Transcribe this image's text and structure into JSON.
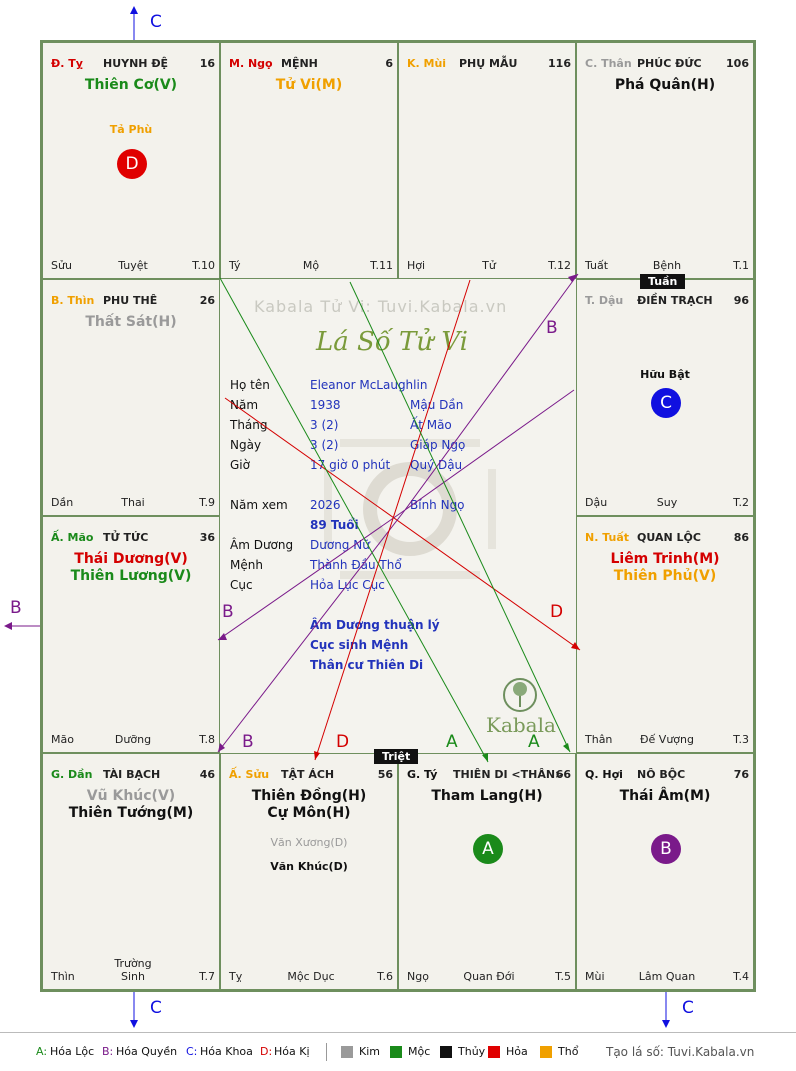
{
  "outer_arrows": {
    "top_left": "C",
    "left": "B",
    "bottom_left": "C",
    "bottom_right": "C"
  },
  "cells": [
    {
      "branch": "Đ. Tỵ",
      "branch_color": "#d40000",
      "palace": "HUYNH ĐỆ",
      "num": "16",
      "stars": [
        {
          "t": "Thiên Cơ(V)",
          "c": "#1a8a1a"
        }
      ],
      "minor": [
        {
          "t": "Tả Phù",
          "c": "#f0a000"
        }
      ],
      "circle": {
        "t": "D",
        "c": "#e00000"
      },
      "bl": "Sửu",
      "bm": "Tuyệt",
      "br": "T.10"
    },
    {
      "branch": "M. Ngọ",
      "branch_color": "#d40000",
      "palace": "MỆNH",
      "num": "6",
      "stars": [
        {
          "t": "Tử Vi(M)",
          "c": "#f0a000"
        }
      ],
      "minor": [],
      "bl": "Tý",
      "bm": "Mộ",
      "br": "T.11"
    },
    {
      "branch": "K. Mùi",
      "branch_color": "#f0a000",
      "palace": "PHỤ MẪU",
      "num": "116",
      "stars": [],
      "minor": [],
      "bl": "Hợi",
      "bm": "Tử",
      "br": "T.12"
    },
    {
      "branch": "C. Thân",
      "branch_color": "#9a9a9a",
      "palace": "PHÚC ĐỨC",
      "num": "106",
      "stars": [
        {
          "t": "Phá Quân(H)",
          "c": "#111111"
        }
      ],
      "minor": [],
      "bl": "Tuất",
      "bm": "Bệnh",
      "br": "T.1"
    },
    {
      "branch": "B. Thìn",
      "branch_color": "#f0a000",
      "palace": "PHU THÊ",
      "num": "26",
      "stars": [
        {
          "t": "Thất Sát(H)",
          "c": "#9a9a9a"
        }
      ],
      "minor": [],
      "bl": "Dần",
      "bm": "Thai",
      "br": "T.9"
    },
    {
      "branch": "T. Dậu",
      "branch_color": "#9a9a9a",
      "palace": "ĐIỀN TRẠCH",
      "num": "96",
      "stars": [],
      "minor": [
        {
          "t": "Hữu Bật",
          "c": "#111111"
        }
      ],
      "circle": {
        "t": "C",
        "c": "#1010e0"
      },
      "bl": "Dậu",
      "bm": "Suy",
      "br": "T.2"
    },
    {
      "branch": "Ấ. Mão",
      "branch_color": "#1a8a1a",
      "palace": "TỬ TỨC",
      "num": "36",
      "stars": [
        {
          "t": "Thái Dương(V)",
          "c": "#d40000"
        },
        {
          "t": "Thiên Lương(V)",
          "c": "#1a8a1a"
        }
      ],
      "minor": [],
      "bl": "Mão",
      "bm": "Dưỡng",
      "br": "T.8"
    },
    {
      "branch": "N. Tuất",
      "branch_color": "#f0a000",
      "palace": "QUAN LỘC",
      "num": "86",
      "stars": [
        {
          "t": "Liêm Trinh(M)",
          "c": "#d40000"
        },
        {
          "t": "Thiên Phủ(V)",
          "c": "#f0a000"
        }
      ],
      "minor": [],
      "bl": "Thân",
      "bm": "Đế Vượng",
      "br": "T.3"
    },
    {
      "branch": "G. Dần",
      "branch_color": "#1a8a1a",
      "palace": "TÀI BẠCH",
      "num": "46",
      "stars": [
        {
          "t": "Vũ Khúc(V)",
          "c": "#9a9a9a"
        },
        {
          "t": "Thiên Tướng(M)",
          "c": "#111111"
        }
      ],
      "minor": [],
      "bl": "Thìn",
      "bm": "Trường Sinh",
      "br": "T.7"
    },
    {
      "branch": "Ấ. Sửu",
      "branch_color": "#f0a000",
      "palace": "TẬT ÁCH",
      "num": "56",
      "stars": [
        {
          "t": "Thiên Đồng(H)",
          "c": "#111111"
        },
        {
          "t": "Cự Môn(H)",
          "c": "#111111"
        }
      ],
      "minor": [
        {
          "t": "Văn Xương(D)",
          "c": "#9a9a9a"
        },
        {
          "t": "Văn Khúc(D)",
          "c": "#111111"
        }
      ],
      "bl": "Tỵ",
      "bm": "Mộc Dục",
      "br": "T.6"
    },
    {
      "branch": "G. Tý",
      "branch_color": "#111111",
      "palace": "THIÊN DI <THÂN>",
      "num": "66",
      "stars": [
        {
          "t": "Tham Lang(H)",
          "c": "#111111"
        }
      ],
      "minor": [],
      "circle": {
        "t": "A",
        "c": "#1a8a1a"
      },
      "bl": "Ngọ",
      "bm": "Quan Đới",
      "br": "T.5"
    },
    {
      "branch": "Q. Hợi",
      "branch_color": "#111111",
      "palace": "NÔ BỘC",
      "num": "76",
      "stars": [
        {
          "t": "Thái Âm(M)",
          "c": "#111111"
        }
      ],
      "minor": [],
      "circle": {
        "t": "B",
        "c": "#7a1a8a"
      },
      "bl": "Mùi",
      "bm": "Lâm Quan",
      "br": "T.4"
    }
  ],
  "tags": {
    "tuan": "Tuần",
    "triet": "Triệt"
  },
  "center": {
    "watermark": "Kabala Tử Vi: Tuvi.Kabala.vn",
    "logo": "Lá Số Tử Vi",
    "brand": "Kabala",
    "rows": [
      {
        "k": "Họ tên",
        "v": "Eleanor McLaughlin",
        "x": ""
      },
      {
        "k": "Năm",
        "v": "1938",
        "x": "Mậu Dần"
      },
      {
        "k": "Tháng",
        "v": "3  (2)",
        "x": "Ất Mão"
      },
      {
        "k": "Ngày",
        "v": "3  (2)",
        "x": "Giáp Ngọ"
      },
      {
        "k": "Giờ",
        "v": "17 giờ 0 phút",
        "x": "Quý Dậu"
      }
    ],
    "year_label": "Năm xem",
    "year_val": "2026",
    "year_can": "Bính Ngọ",
    "age": "89 Tuổi",
    "rows2": [
      {
        "k": "Âm Dương",
        "v": "Dương Nữ"
      },
      {
        "k": "Mệnh",
        "v": "Thành Đầu Thổ"
      },
      {
        "k": "Cục",
        "v": "Hỏa Lục Cục"
      }
    ],
    "notes": [
      "Âm Dương thuận lý",
      "Cục sinh Mệnh",
      "Thân cư Thiên Di"
    ]
  },
  "line_labels": {
    "b_top": "B",
    "b_left": "B",
    "d_right": "D",
    "b_bot": "B",
    "d_bot": "D",
    "a1": "A",
    "a2": "A"
  },
  "legend": {
    "hoa": [
      {
        "k": "A:",
        "v": "Hóa Lộc",
        "c": "#1a8a1a"
      },
      {
        "k": "B:",
        "v": "Hóa Quyền",
        "c": "#7a1a8a"
      },
      {
        "k": "C:",
        "v": "Hóa Khoa",
        "c": "#1010e0"
      },
      {
        "k": "D:",
        "v": "Hóa Kị",
        "c": "#d40000"
      }
    ],
    "elements": [
      {
        "v": "Kim",
        "c": "#9a9a9a"
      },
      {
        "v": "Mộc",
        "c": "#1a8a1a"
      },
      {
        "v": "Thủy",
        "c": "#111111"
      },
      {
        "v": "Hỏa",
        "c": "#e00000"
      },
      {
        "v": "Thổ",
        "c": "#f0a000"
      }
    ],
    "site": "Tạo lá số: Tuvi.Kabala.vn"
  }
}
